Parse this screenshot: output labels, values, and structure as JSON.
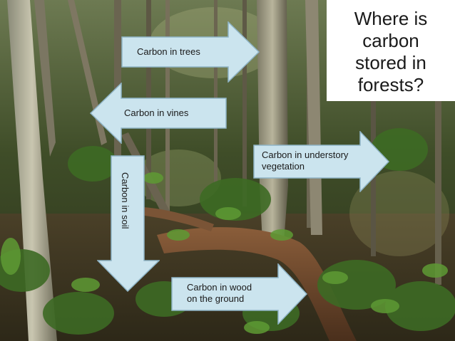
{
  "title": "Where is\ncarbon\nstored in\nforests?",
  "arrows": {
    "trees": "Carbon in trees",
    "vines": "Carbon in vines",
    "understory": "Carbon in understory\nvegetation",
    "soil": "Carbon in soil",
    "wood": "Carbon in wood\non the ground"
  },
  "colors": {
    "arrow_fill": "#cbe4ee",
    "arrow_stroke": "#8fb4c6",
    "title_bg": "#ffffff"
  }
}
